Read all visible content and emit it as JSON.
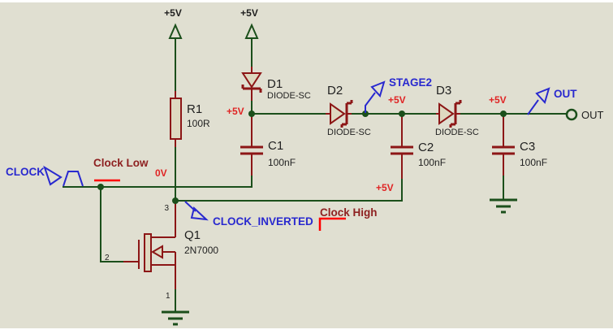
{
  "colors": {
    "background": "#e0dfd1",
    "wire_green": "#1b4f1b",
    "component_red": "#8c1616",
    "component_fill": "#ded9c0",
    "net_label_red": "#e02424",
    "probe_blue": "#2929cf",
    "annotation_maroon": "#8e2121",
    "annotation_line_red": "#ff0000",
    "text_black": "#1f1f1f"
  },
  "power_labels": {
    "r1_rail": "+5V",
    "d1_rail": "+5V"
  },
  "components": {
    "r1": {
      "ref": "R1",
      "value": "100R"
    },
    "q1": {
      "ref": "Q1",
      "value": "2N7000",
      "pins": {
        "gate": "2",
        "drain": "3",
        "source": "1"
      }
    },
    "d1": {
      "ref": "D1",
      "value": "DIODE-SC"
    },
    "d2": {
      "ref": "D2",
      "value": "DIODE-SC"
    },
    "d3": {
      "ref": "D3",
      "value": "DIODE-SC"
    },
    "c1": {
      "ref": "C1",
      "value": "100nF"
    },
    "c2": {
      "ref": "C2",
      "value": "100nF"
    },
    "c3": {
      "ref": "C3",
      "value": "100nF"
    }
  },
  "net_labels": {
    "node_c1": "+5V",
    "node_c2": "+5V",
    "node_c3": "+5V",
    "drain_rail": "+5V",
    "clock_rail": "0V"
  },
  "probes": {
    "clock": "CLOCK",
    "clock_inverted": "CLOCK_INVERTED",
    "stage2": "STAGE2",
    "out": "OUT"
  },
  "annotations": {
    "clock_low": "Clock Low",
    "clock_high": "Clock High"
  },
  "terminals": {
    "out": "OUT"
  }
}
